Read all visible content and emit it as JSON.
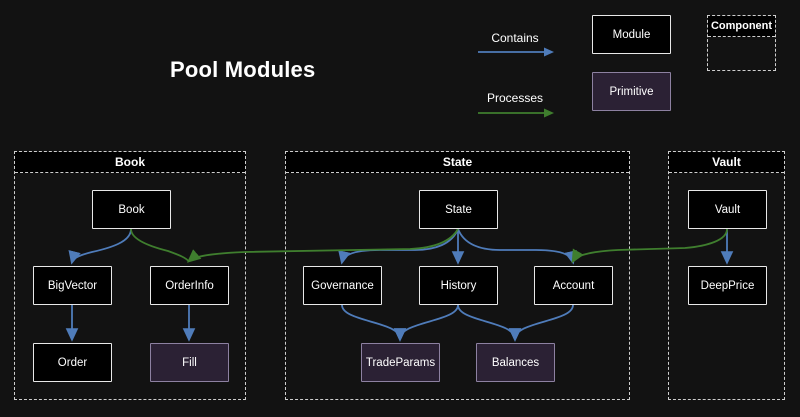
{
  "title": "Pool Modules",
  "legend": {
    "contains_label": "Contains",
    "processes_label": "Processes",
    "module_label": "Module",
    "primitive_label": "Primitive",
    "component_label": "Component"
  },
  "colors": {
    "background": "#121212",
    "contains_arrow": "#4f7cba",
    "processes_arrow": "#3f7e2e",
    "module_fill": "#000000",
    "module_border": "#e8e8e8",
    "primitive_fill": "#2b2134",
    "primitive_border": "#8d81a1",
    "container_border": "#cfcfcf",
    "text": "#ffffff"
  },
  "containers": {
    "book": {
      "label": "Book"
    },
    "state": {
      "label": "State"
    },
    "vault": {
      "label": "Vault"
    }
  },
  "nodes": {
    "book": {
      "label": "Book",
      "type": "module",
      "container": "Book"
    },
    "bigvector": {
      "label": "BigVector",
      "type": "module",
      "container": "Book"
    },
    "orderinfo": {
      "label": "OrderInfo",
      "type": "module",
      "container": "Book"
    },
    "order": {
      "label": "Order",
      "type": "module",
      "container": "Book"
    },
    "fill": {
      "label": "Fill",
      "type": "primitive",
      "container": "Book"
    },
    "state": {
      "label": "State",
      "type": "module",
      "container": "State"
    },
    "governance": {
      "label": "Governance",
      "type": "module",
      "container": "State"
    },
    "history": {
      "label": "History",
      "type": "module",
      "container": "State"
    },
    "account": {
      "label": "Account",
      "type": "module",
      "container": "State"
    },
    "tradeparams": {
      "label": "TradeParams",
      "type": "primitive",
      "container": "State"
    },
    "balances": {
      "label": "Balances",
      "type": "primitive",
      "container": "State"
    },
    "vault": {
      "label": "Vault",
      "type": "module",
      "container": "Vault"
    },
    "deepprice": {
      "label": "DeepPrice",
      "type": "module",
      "container": "Vault"
    }
  },
  "edges": [
    {
      "from": "Book",
      "to": "BigVector",
      "type": "contains"
    },
    {
      "from": "Book",
      "to": "OrderInfo",
      "type": "contains"
    },
    {
      "from": "BigVector",
      "to": "Order",
      "type": "contains"
    },
    {
      "from": "OrderInfo",
      "to": "Fill",
      "type": "contains"
    },
    {
      "from": "State",
      "to": "Governance",
      "type": "contains"
    },
    {
      "from": "State",
      "to": "History",
      "type": "contains"
    },
    {
      "from": "State",
      "to": "Account",
      "type": "contains"
    },
    {
      "from": "Governance",
      "to": "TradeParams",
      "type": "contains"
    },
    {
      "from": "History",
      "to": "TradeParams",
      "type": "contains"
    },
    {
      "from": "History",
      "to": "Balances",
      "type": "contains"
    },
    {
      "from": "Account",
      "to": "Balances",
      "type": "contains"
    },
    {
      "from": "Vault",
      "to": "DeepPrice",
      "type": "contains"
    },
    {
      "from": "State",
      "to": "OrderInfo",
      "type": "processes"
    },
    {
      "from": "Vault",
      "to": "Account",
      "type": "processes"
    }
  ]
}
